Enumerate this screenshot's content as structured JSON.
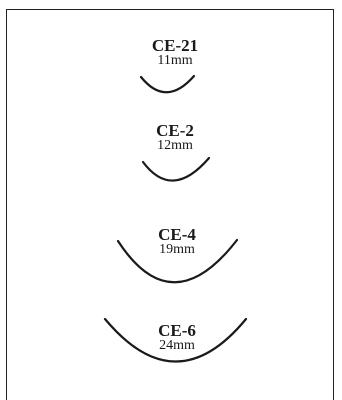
{
  "needles": [
    {
      "code": "CE-21",
      "size": "11mm"
    },
    {
      "code": "CE-2",
      "size": "12mm"
    },
    {
      "code": "CE-4",
      "size": "19mm"
    },
    {
      "code": "CE-6",
      "size": "24mm"
    }
  ]
}
